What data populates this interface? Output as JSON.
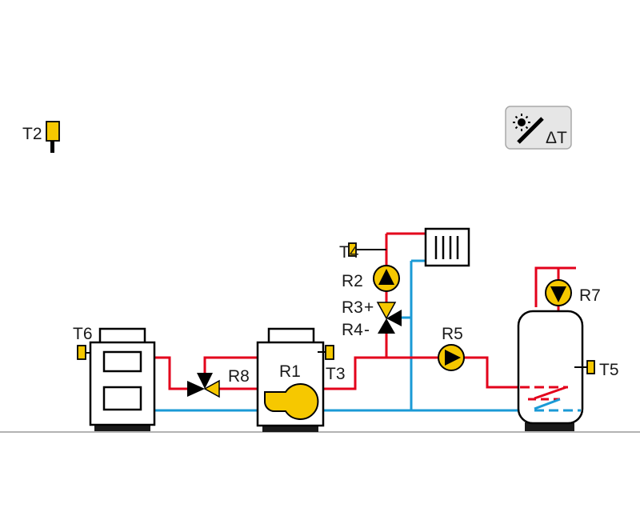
{
  "labels": {
    "t2": "T2",
    "t4": "T4",
    "r2": "R2",
    "r3": "R3",
    "r3_sign": "+",
    "r4": "R4",
    "r4_sign": "-",
    "r5": "R5",
    "r7": "R7",
    "t6": "T6",
    "r8": "R8",
    "r1": "R1",
    "t3": "T3",
    "t5": "T5",
    "delta_t": "ΔT"
  },
  "icons": {
    "function_button": "sun-slash-delta-t-icon",
    "pump": "pump-icon",
    "valve": "three-way-valve-icon",
    "radiator": "radiator-icon",
    "boiler": "boiler-icon",
    "burner": "burner-icon",
    "storage_tank": "storage-tank-icon",
    "temperature_sensor": "temperature-sensor-icon"
  },
  "colors": {
    "supply": "#e3001b",
    "return": "#1a9ad6",
    "component": "#f6c800",
    "outline": "#000000",
    "button_bg": "#e6e6e6"
  }
}
